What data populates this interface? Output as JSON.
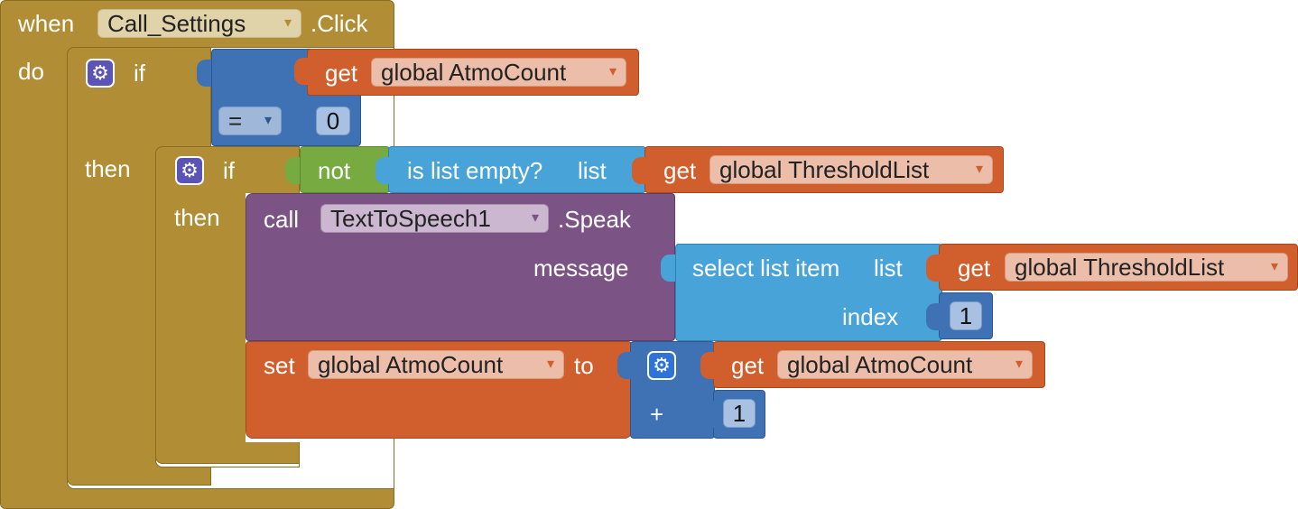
{
  "event": {
    "when": "when",
    "component": "Call_Settings",
    "event": ".Click",
    "do": "do"
  },
  "outer_if": {
    "if": "if",
    "then": "then"
  },
  "compare": {
    "op": "=",
    "get": "get",
    "var": "global AtmoCount",
    "value": "0"
  },
  "inner_if": {
    "if": "if",
    "then": "then"
  },
  "not_block": {
    "label": "not"
  },
  "is_empty": {
    "label": "is list empty?",
    "list": "list",
    "get": "get",
    "var": "global ThresholdList"
  },
  "speak": {
    "call": "call",
    "component": "TextToSpeech1",
    "method": ".Speak",
    "message": "message"
  },
  "select_item": {
    "label": "select list item",
    "list": "list",
    "get": "get",
    "var": "global ThresholdList",
    "index": "index",
    "index_value": "1"
  },
  "set_block": {
    "set": "set",
    "var": "global AtmoCount",
    "to": "to"
  },
  "add_block": {
    "plus": "+",
    "get": "get",
    "var": "global AtmoCount",
    "value": "1"
  },
  "icons": {
    "dropdown": "▾",
    "gear": "⚙"
  },
  "colors": {
    "event": "#b18e35",
    "math": "#3f71b5",
    "variable": "#d05f2d",
    "list": "#48a4d8",
    "logic": "#77ab41",
    "procedure": "#7c5385"
  }
}
